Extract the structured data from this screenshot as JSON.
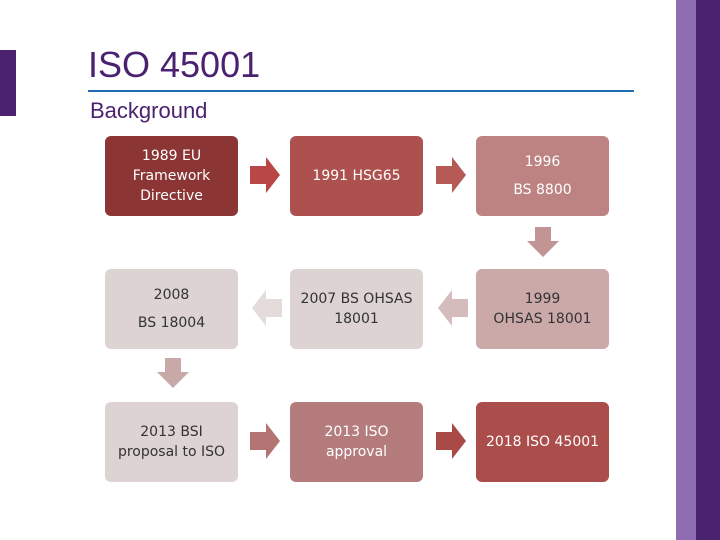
{
  "slide": {
    "title": "ISO 45001",
    "subtitle": "Background"
  },
  "timeline": {
    "row1": [
      {
        "lines": [
          "1989 EU",
          "Framework",
          "Directive"
        ]
      },
      {
        "lines": [
          "1991 HSG65"
        ]
      },
      {
        "lines": [
          "1996",
          "BS 8800"
        ]
      }
    ],
    "row2": [
      {
        "lines": [
          "2008",
          "BS 18004"
        ]
      },
      {
        "lines": [
          "2007 BS OHSAS",
          "18001"
        ]
      },
      {
        "lines": [
          "1999",
          "OHSAS 18001"
        ]
      }
    ],
    "row3": [
      {
        "lines": [
          "2013 BSI",
          "proposal to ISO"
        ]
      },
      {
        "lines": [
          "2013 ISO",
          "approval"
        ]
      },
      {
        "lines": [
          "2018 ISO 45001"
        ]
      }
    ]
  },
  "colors": {
    "brand_purple": "#4a2270",
    "accent_purple": "#8e6db3",
    "rule_blue": "#1f6db5"
  }
}
